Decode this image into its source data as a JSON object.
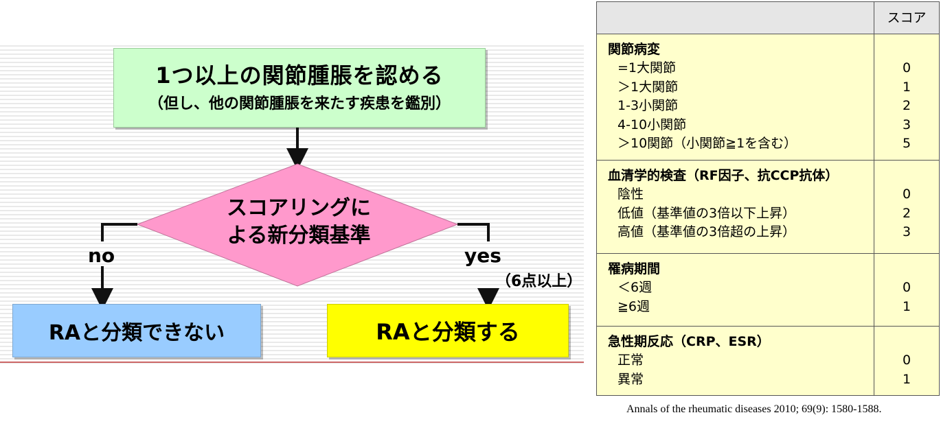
{
  "flowchart": {
    "start_main": "1つ以上の関節腫脹を認める",
    "start_sub": "（但し、他の関節腫脹を来たす疾患を鑑別）",
    "decision_line1": "スコアリングに",
    "decision_line2": "よる新分類基準",
    "no_label": "no",
    "yes_label": "yes",
    "yes_condition": "（6点以上）",
    "no_result": "RAと分類できない",
    "yes_result": "RAと分類する",
    "colors": {
      "start": "#ccffcc",
      "decision": "#ff99cc",
      "no_result": "#99ccff",
      "yes_result": "#ffff00"
    }
  },
  "table": {
    "score_header": "スコア",
    "sections": [
      {
        "title": "関節病変",
        "items": [
          {
            "label": "=1大関節",
            "score": "0"
          },
          {
            "label": "＞1大関節",
            "score": "1"
          },
          {
            "label": "1-3小関節",
            "score": "2"
          },
          {
            "label": "4-10小関節",
            "score": "3"
          },
          {
            "label": "＞10関節（小関節≧1を含む）",
            "score": "5"
          }
        ]
      },
      {
        "title": "血清学的検査（RF因子、抗CCP抗体）",
        "items": [
          {
            "label": "陰性",
            "score": "0"
          },
          {
            "label": "低値（基準値の3倍以下上昇）",
            "score": "2"
          },
          {
            "label": "高値（基準値の3倍超の上昇）",
            "score": "3"
          }
        ]
      },
      {
        "title": "罹病期間",
        "items": [
          {
            "label": "＜6週",
            "score": "0"
          },
          {
            "label": "≧6週",
            "score": "1"
          }
        ]
      },
      {
        "title": "急性期反応（CRP、ESR）",
        "items": [
          {
            "label": "正常",
            "score": "0"
          },
          {
            "label": "異常",
            "score": "1"
          }
        ]
      }
    ]
  },
  "citation": "Annals of the rheumatic diseases 2010; 69(9): 1580-1588."
}
